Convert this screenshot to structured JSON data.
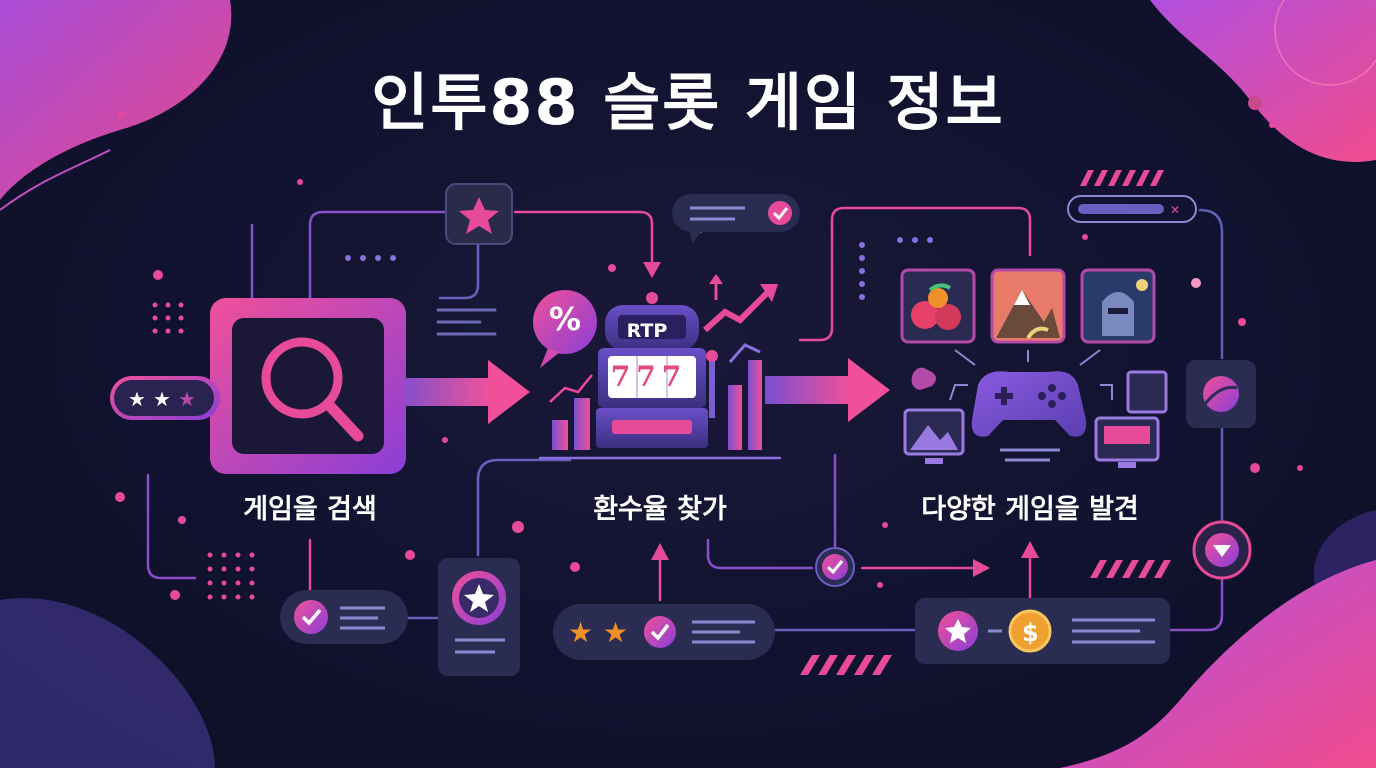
{
  "title": "인투88 슬롯 게임 정보",
  "steps": [
    {
      "label": "게임을 검색"
    },
    {
      "label": "환수율 찾가"
    },
    {
      "label": "다양한 게임을 발견"
    }
  ],
  "slot_machine": {
    "badge": "RTP",
    "reels": "777"
  },
  "percent_bubble": "%",
  "game_icons": [
    "fruit-icon",
    "mountain-landscape-icon",
    "knight-helmet-icon"
  ],
  "colors": {
    "background": "#111230",
    "accent_pink": "#e84a9a",
    "accent_purple": "#7a4fd0",
    "panel": "#2a2c52"
  }
}
